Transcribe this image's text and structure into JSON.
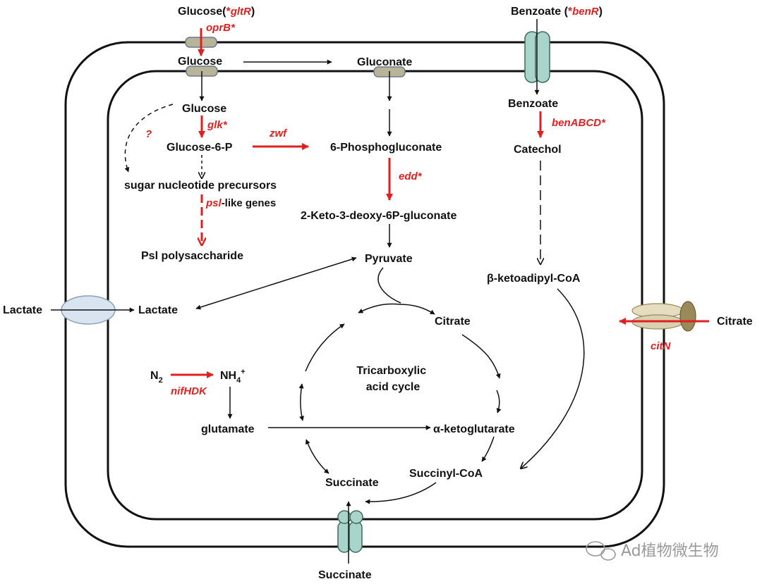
{
  "labels": {
    "glucose_outside": "Glucose",
    "gltR": "gltR",
    "oprB": "oprB",
    "glucose_periplasm": "Glucose",
    "gluconate": "Gluconate",
    "glucose_cytoplasm": "Glucose",
    "glk": "glk",
    "glucose6p": "Glucose-6-P",
    "zwf": "zwf",
    "phosphogluconate": "6-Phosphogluconate",
    "question": "?",
    "sugar_nucleotide": "sugar nucleotide precursors",
    "psl": "psl",
    "psl_like_genes": "-like genes",
    "edd": "edd",
    "kdpg": "2-Keto-3-deoxy-6P-gluconate",
    "psl_polysaccharide": "Psl polysaccharide",
    "pyruvate": "Pyruvate",
    "benzoate_outside": "Benzoate",
    "benR": "benR",
    "benzoate_inside": "Benzoate",
    "benABCD": "benABCD",
    "catechol": "Catechol",
    "ketoadipyl": "β-ketoadipyl-CoA",
    "lactate_outside": "Lactate",
    "lactate_inside": "Lactate",
    "citrate_inside": "Citrate",
    "citrate_outside": "Citrate",
    "citN": "citN",
    "n2": "N",
    "n2_sub": "2",
    "nifHDK": "nifHDK",
    "nh4": "NH",
    "nh4_sub": "4",
    "nh4_sup": "+",
    "tca_line1": "Tricarboxylic",
    "tca_line2": "acid cycle",
    "glutamate": "glutamate",
    "ketoglutarate": "α-ketoglutarate",
    "succinyl_coa": "Succinyl-CoA",
    "succinate_inside": "Succinate",
    "succinate_outside": "Succinate",
    "watermark": "Ad植物微生物"
  },
  "colors": {
    "regulated_arrow": "#e02020",
    "arrow": "#111111",
    "membrane": "#111111",
    "porin": "#b8b49a",
    "transporter_teal": "#a8d4cc",
    "lactate_transporter": "#d8e4f0",
    "citrate_transporter": "#d8d0b0",
    "citrate_cap": "#9a8a5a"
  }
}
